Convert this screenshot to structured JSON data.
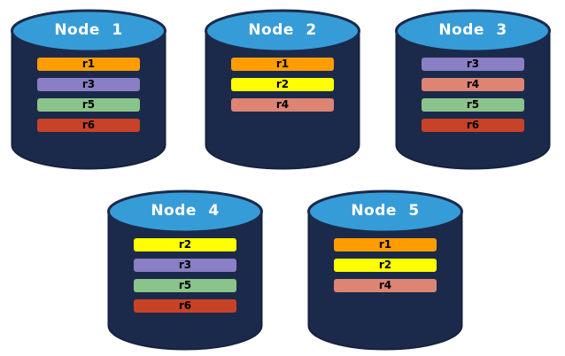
{
  "diagram": {
    "description": "Replica distribution across database nodes",
    "colors": {
      "cylinder_body": "#1B2A4A",
      "cylinder_outline": "#152340",
      "cylinder_top": "#369CD8",
      "node_label_text": "#FFFFFF",
      "bar_label_text": "#000000",
      "background": "#FFFFFF"
    },
    "replica_colors": {
      "r1": "#FF9D00",
      "r2": "#FFFF00",
      "r3": "#8A7FC4",
      "r4": "#DD8473",
      "r5": "#8BC48A",
      "r6": "#C84227"
    },
    "nodes": [
      {
        "label": "Node 1",
        "replicas": [
          "r1",
          "r3",
          "r5",
          "r6"
        ]
      },
      {
        "label": "Node 2",
        "replicas": [
          "r1",
          "r2",
          "r4"
        ]
      },
      {
        "label": "Node 3",
        "replicas": [
          "r3",
          "r4",
          "r5",
          "r6"
        ]
      },
      {
        "label": "Node 4",
        "replicas": [
          "r2",
          "r3",
          "r5",
          "r6"
        ]
      },
      {
        "label": "Node 5",
        "replicas": [
          "r1",
          "r2",
          "r4"
        ]
      }
    ]
  }
}
